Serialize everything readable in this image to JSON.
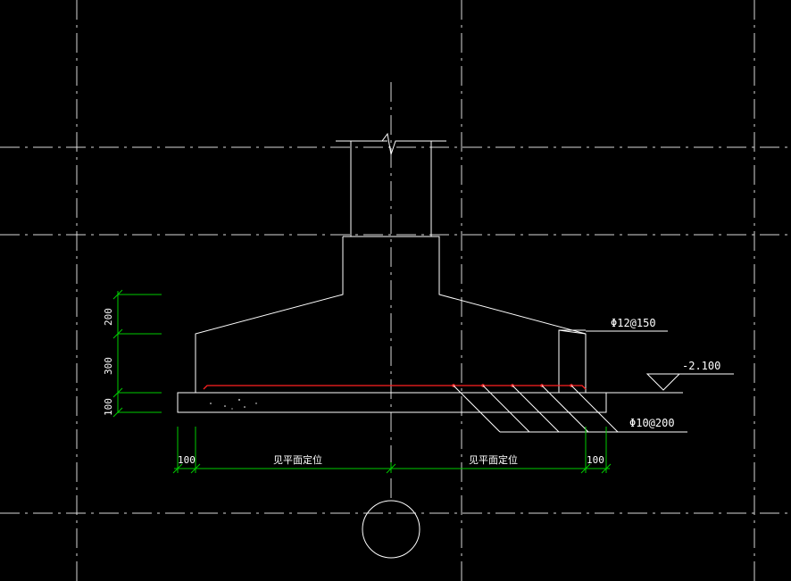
{
  "drawing": {
    "colors": {
      "background": "#000000",
      "outline": "#ffffff",
      "dimension": "#00cc00",
      "rebar": "#ff2020"
    },
    "rebar_label": "Φ12@150",
    "dist_bar_label": "Φ10@200",
    "elevation_label": "-2.100",
    "vertical_dims": [
      "200",
      "300",
      "100"
    ],
    "horizontal_dims": {
      "left_edge": "100",
      "left_span": "见平面定位",
      "right_span": "见平面定位",
      "right_edge": "100"
    }
  }
}
